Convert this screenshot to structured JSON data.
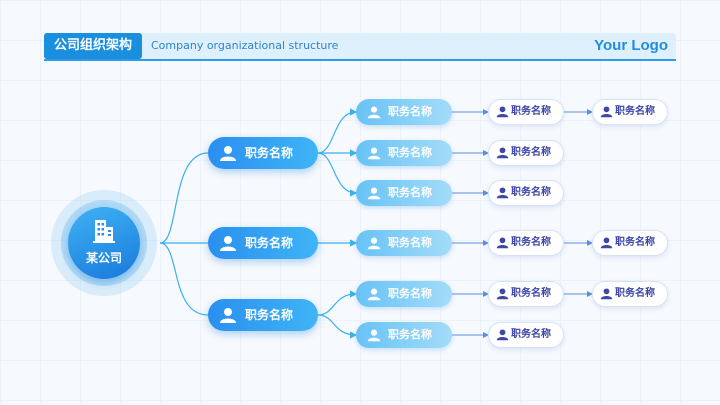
{
  "header": {
    "title": "公司组织架构",
    "subtitle": "Company organizational structure",
    "logo": "Your Logo"
  },
  "colors": {
    "primary": "#1a8fe0",
    "secondary": "#68c2f6",
    "accent_text": "#3e46a6"
  },
  "icons": {
    "root": "building-icon",
    "person": "person-icon"
  },
  "org": {
    "root": {
      "label": "某公司"
    },
    "level1": [
      {
        "label": "职务名称",
        "children": [
          {
            "label": "职务名称",
            "children": [
              {
                "label": "职务名称",
                "children": [
                  {
                    "label": "职务名称"
                  }
                ]
              }
            ]
          },
          {
            "label": "职务名称",
            "children": [
              {
                "label": "职务名称"
              }
            ]
          },
          {
            "label": "职务名称",
            "children": [
              {
                "label": "职务名称"
              }
            ]
          }
        ]
      },
      {
        "label": "职务名称",
        "children": [
          {
            "label": "职务名称",
            "children": [
              {
                "label": "职务名称",
                "children": [
                  {
                    "label": "职务名称"
                  }
                ]
              }
            ]
          }
        ]
      },
      {
        "label": "职务名称",
        "children": [
          {
            "label": "职务名称",
            "children": [
              {
                "label": "职务名称",
                "children": [
                  {
                    "label": "职务名称"
                  }
                ]
              }
            ]
          },
          {
            "label": "职务名称",
            "children": [
              {
                "label": "职务名称"
              }
            ]
          }
        ]
      }
    ]
  }
}
